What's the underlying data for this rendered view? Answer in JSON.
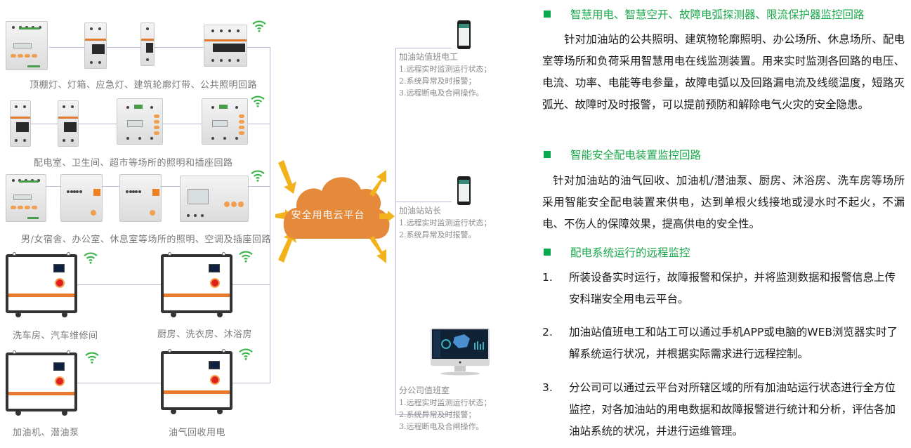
{
  "diagram": {
    "cloud_platform": "安全用电云平台",
    "circuits": [
      {
        "caption": "顶棚灯、灯箱、应急灯、建筑轮廓灯带、公共照明回路",
        "devices": [
          "smart-monitor",
          "breaker-2p",
          "breaker-1p",
          "breaker-4p"
        ],
        "wifi": true
      },
      {
        "caption": "配电室、卫生间、超市等场所的照明和插座回路",
        "devices": [
          "breaker-2p",
          "breaker-2p",
          "current-limiter",
          "current-limiter"
        ],
        "wifi": true
      },
      {
        "caption": "男/女宿舍、办公室、休息室等场所的照明、空调及插座回路",
        "devices": [
          "smart-monitor",
          "arc-detector",
          "arc-detector",
          "multi-meter"
        ],
        "wifi": true
      }
    ],
    "cabinets": [
      {
        "caption": "洗车房、汽车维修间"
      },
      {
        "caption": "厨房、洗衣房、沐浴房"
      },
      {
        "caption": "加油机、潜油泵"
      },
      {
        "caption": "油气回收用电"
      }
    ],
    "roles": [
      {
        "title": "加油站值班电工",
        "lines": [
          "1.远程实时监测运行状态；",
          "2.系统异常及时报警；",
          "3.远程断电及合闸操作。"
        ],
        "device": "phone-icon"
      },
      {
        "title": "加油站站长",
        "lines": [
          "1.远程实时监测运行状态；",
          "2.系统异常及时报警。"
        ],
        "device": "phone-icon"
      },
      {
        "title": "分公司值班室",
        "lines": [
          "1.远程实时监测运行状态；",
          "2.系统异常及时报警；",
          "3.远程断电及合闸操作。"
        ],
        "device": "monitor-icon"
      }
    ]
  },
  "panel": {
    "sections": [
      {
        "heading": "智慧用电、智慧空开、故障电弧探测器、限流保护器监控回路",
        "paragraph": "针对加油站的公共照明、建筑物轮廓照明、办公场所、休息场所、配电室等场所和负荷采用智慧用电在线监测装置。用来实时监测各回路的电压、电流、功率、电能等电参量，故障电弧以及回路漏电流及线缆温度，短路灭弧光、故障时及时报警，可以提前预防和解除电气火灾的安全隐患。"
      },
      {
        "heading": "智能安全配电装置监控回路",
        "paragraph": "针对加油站的油气回收、加油机/潜油泵、厨房、沐浴房、洗车房等场所采用智能安全配电装置来供电，达到单根火线接地或浸水时不起火，不漏电、不伤人的保障效果，提高供电的安全性。"
      },
      {
        "heading": "配电系统运行的远程监控",
        "items": [
          {
            "num": "1.",
            "text": "所装设备实时运行，故障报警和保护，并将监测数据和报警信息上传安科瑞安全用电云平台。"
          },
          {
            "num": "2.",
            "text": "加油站值班电工和站工可以通过手机APP或电脑的WEB浏览器实时了解系统运行状况，并根据实际需求进行远程控制。"
          },
          {
            "num": "3.",
            "text": "分公司可以通过云平台对所辖区域的所有加油站运行状态进行全方位监控，对各加油站的用电数据和故障报警进行统计和分析，评估各加油站系统的状况，并进行运维管理。"
          }
        ]
      }
    ]
  },
  "colors": {
    "heading_green": "#19a84a",
    "bullet_green": "#0aa84f",
    "cloud_orange": "#e58a3a",
    "arrow_yellow": "#f2b21c",
    "wifi_green": "#3cb54a",
    "connector": "#b9b8d6"
  }
}
